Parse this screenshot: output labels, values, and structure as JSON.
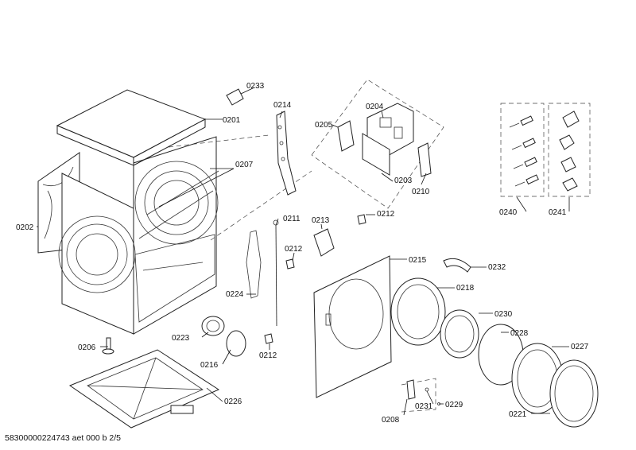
{
  "labels": {
    "p0233": "0233",
    "p0201": "0201",
    "p0214": "0214",
    "p0205": "0205",
    "p0204": "0204",
    "p0207": "0207",
    "p0203": "0203",
    "p0210": "0210",
    "p0240": "0240",
    "p0241": "0241",
    "p0202": "0202",
    "p0211": "0211",
    "p0213": "0213",
    "p0212a": "0212",
    "p0212b": "0212",
    "p0212c": "0212",
    "p0215": "0215",
    "p0232": "0232",
    "p0218": "0218",
    "p0224": "0224",
    "p0230": "0230",
    "p0228": "0228",
    "p0223": "0223",
    "p0206": "0206",
    "p0216": "0216",
    "p0227": "0227",
    "p0226": "0226",
    "p0231": "0231",
    "p0229": "0229",
    "p0208": "0208",
    "p0221": "0221"
  },
  "footer": {
    "doc_id": "58300000224743 aet 000 b 2/5"
  }
}
